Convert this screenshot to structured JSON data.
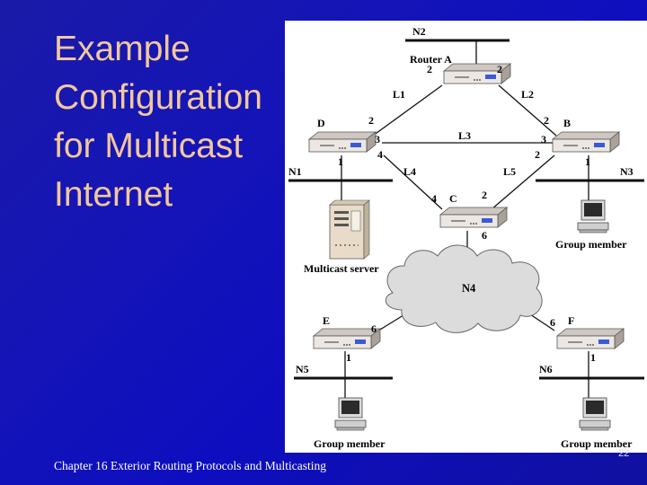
{
  "slide": {
    "title_lines": [
      "Example",
      "Configuration",
      "for Multicast",
      "Internet"
    ],
    "footer": "Chapter 16 Exterior Routing Protocols and Multicasting",
    "page_number": "22"
  },
  "colors": {
    "background": "#1414b8",
    "title": "#f3c79c",
    "router_body": "#ece7e3",
    "router_stripe": "#3a5ad8",
    "cloud": "#dcdcdc"
  },
  "diagram": {
    "networks": {
      "n1": "N1",
      "n2": "N2",
      "n3": "N3",
      "n4": "N4",
      "n5": "N5",
      "n6": "N6"
    },
    "routers": {
      "a": "Router A",
      "b": "B",
      "c": "C",
      "d": "D",
      "e": "E",
      "f": "F"
    },
    "links": {
      "l1": "L1",
      "l2": "L2",
      "l3": "L3",
      "l4": "L4",
      "l5": "L5"
    },
    "ports": {
      "a_left": "2",
      "a_right": "2",
      "d_up": "2",
      "d_l3": "3",
      "d_l4": "4",
      "d_down": "1",
      "b_up": "2",
      "b_l3": "3",
      "b_l5": "2",
      "b_down": "1",
      "c_l4": "4",
      "c_l5": "2",
      "c_down": "6",
      "e_cloud": "6",
      "e_down": "1",
      "f_cloud": "6",
      "f_down": "1"
    },
    "hosts": {
      "server": "Multicast server",
      "member_n3": "Group member",
      "member_n5": "Group member",
      "member_n6": "Group member"
    }
  }
}
